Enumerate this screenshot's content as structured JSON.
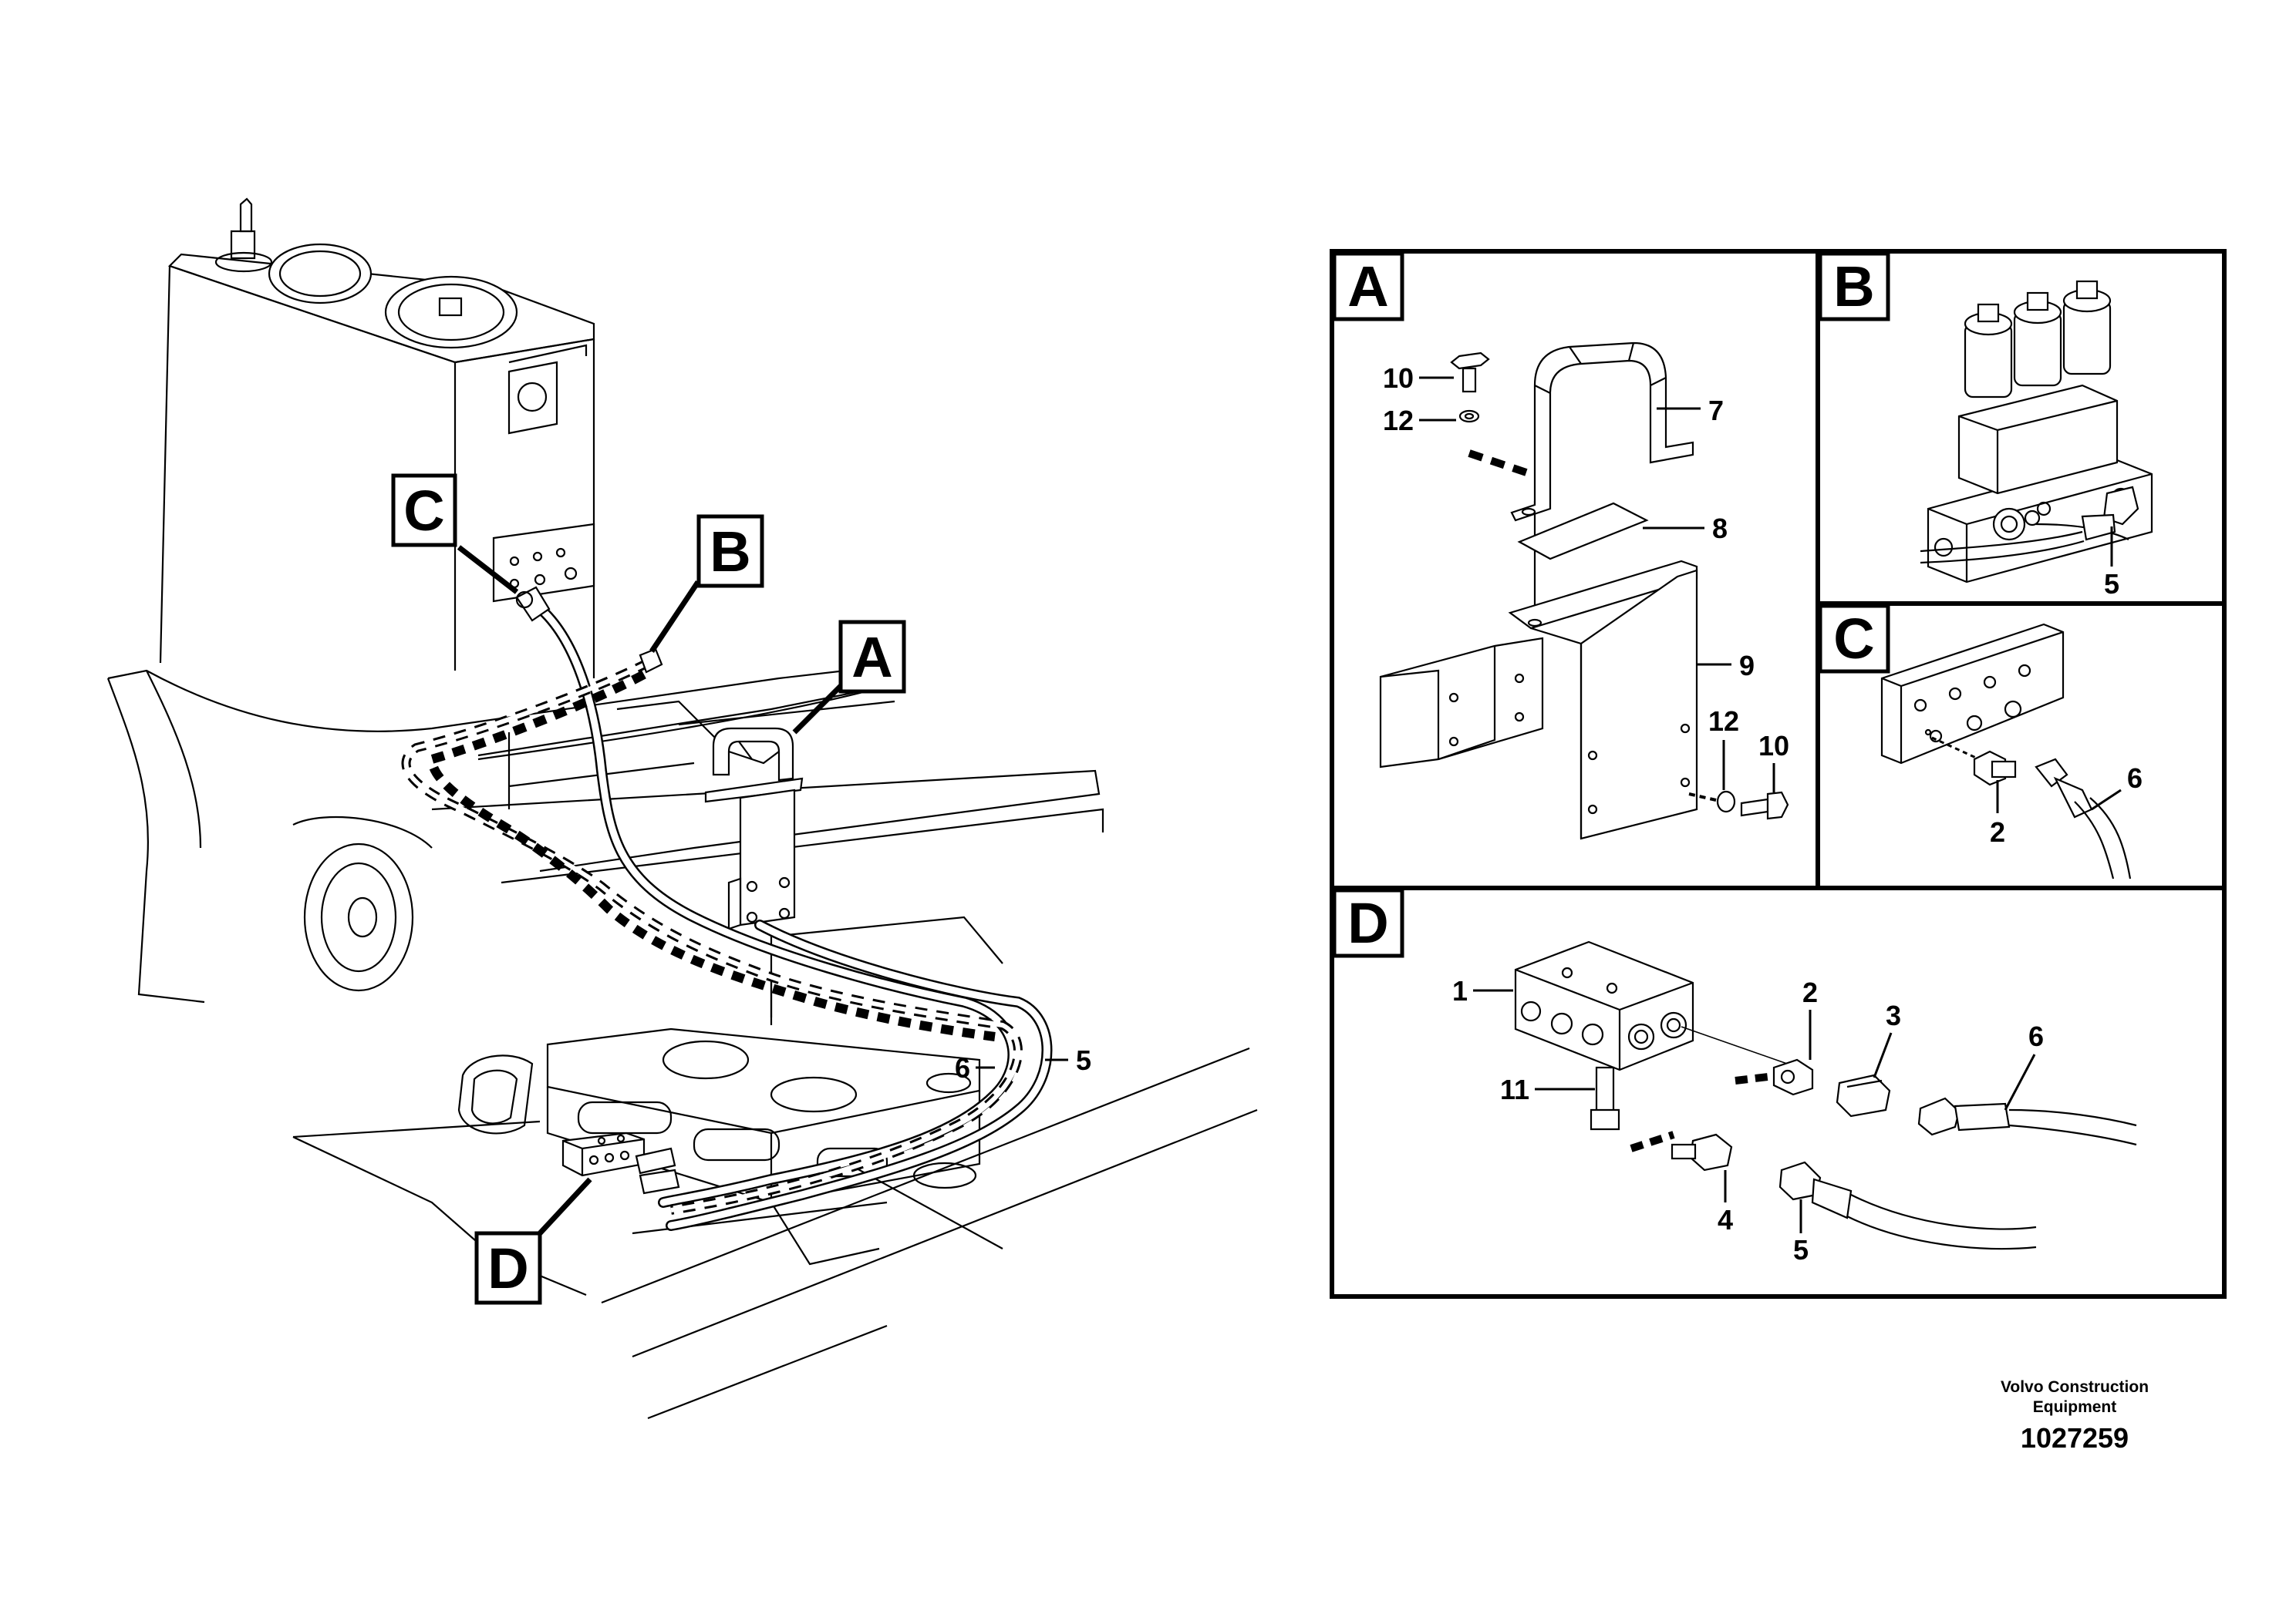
{
  "overview": {
    "callouts": {
      "a": "A",
      "b": "B",
      "c": "C",
      "d": "D"
    },
    "items": {
      "six": "6",
      "five": "5"
    }
  },
  "detail_a": {
    "tag": "A",
    "items": {
      "ten_top": "10",
      "twelve_top": "12",
      "seven": "7",
      "eight": "8",
      "nine": "9",
      "twelve_bottom": "12",
      "ten_bottom": "10"
    }
  },
  "detail_b": {
    "tag": "B",
    "items": {
      "five": "5"
    }
  },
  "detail_c": {
    "tag": "C",
    "items": {
      "two": "2",
      "six": "6"
    }
  },
  "detail_d": {
    "tag": "D",
    "items": {
      "one": "1",
      "two": "2",
      "three": "3",
      "six": "6",
      "eleven": "11",
      "four": "4",
      "five": "5"
    }
  },
  "footer": {
    "company_line1": "Volvo Construction",
    "company_line2": "Equipment",
    "drawing_number": "1027259"
  }
}
